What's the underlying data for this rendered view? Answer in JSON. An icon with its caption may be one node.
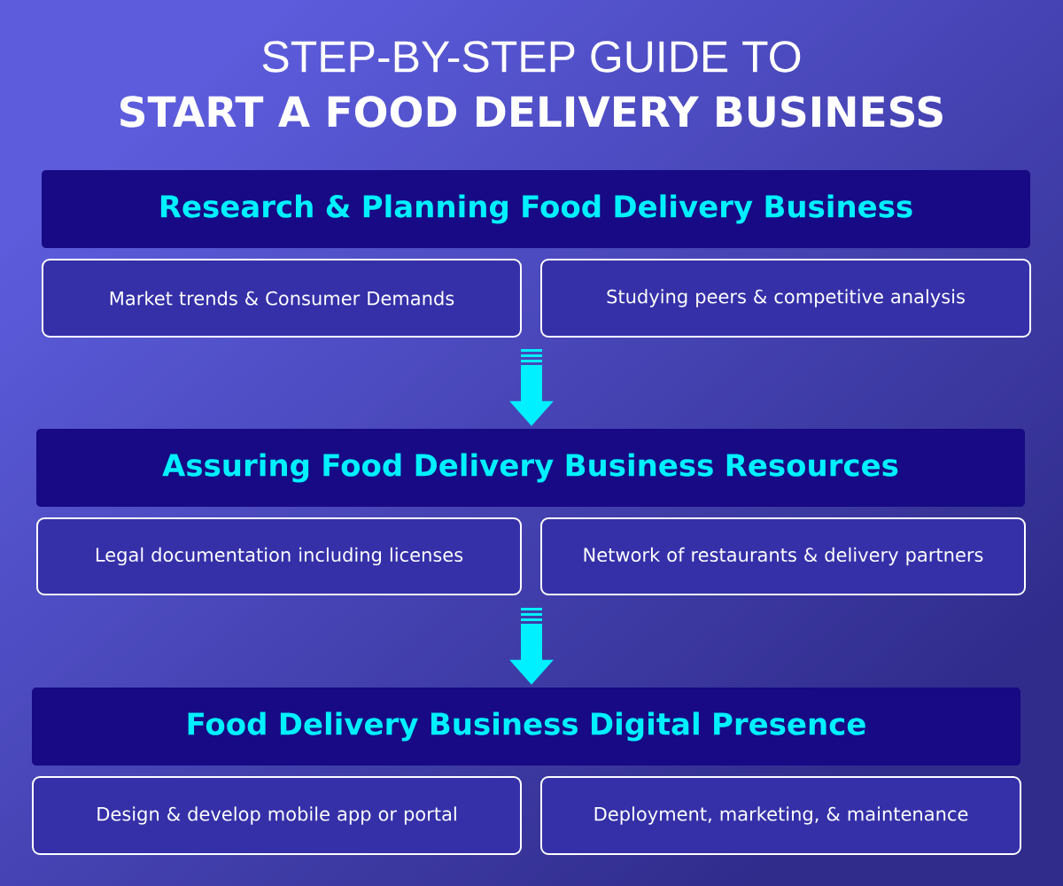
{
  "diagram": {
    "title": "STEP-BY-STEP GUIDE TO",
    "nodes": [
      {
        "text": [
          "Research & Planning Food Delivery Business"
        ]
      },
      {
        "text": [
          "Market trends & Consumer Demands"
        ]
      },
      {
        "text": [
          "Studying peers & competitive analysis"
        ]
      },
      {
        "text": [
          "Assuring Food Delivery Business Resources"
        ]
      },
      {
        "text": [
          "Legal documentation including licenses"
        ]
      },
      {
        "text": [
          "Network of restaurants & delivery partners"
        ]
      },
      {
        "text": [
          "Food Delivery Business Digital Presence"
        ]
      },
      {
        "text": [
          "Design & develop mobile app or portal"
        ]
      },
      {
        "text": [
          "Deployment, marketing, & maintenance"
        ]
      }
    ],
    "edges": [
      {
        "from": null,
        "to": 3,
        "arrow": "to"
      },
      {
        "from": null,
        "to": 6,
        "arrow": "to"
      }
    ],
    "labels": [
      "START A FOOD DELIVERY BUSINESS"
    ]
  }
}
